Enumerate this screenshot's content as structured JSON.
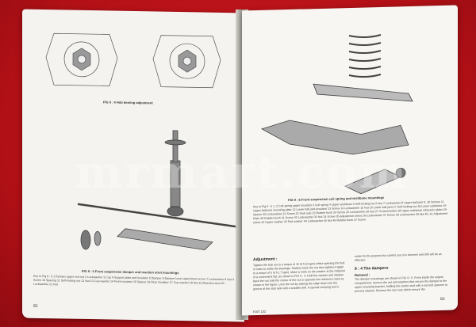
{
  "left_page": {
    "fig_top_caption": "FIG 9 : 4  Hub bearing adjustment",
    "fig_bottom_caption": "FIG 9 : 5  Front suspension damper and reaction strut mountings",
    "key": "Key to Fig 9 : 5   1 Damper upper end nut   2 Lockwasher   3 Cup   4 Support plate and insulator   5 Damper   6 Damper lower attachment screw   7 Lockwasher   8 Nut   9 Screw   10 Spacing   11 Self-locking nut   12 Nut   13 Cup washer   14 Front insulator   15 Spacer   16 Rear insulator   17 Cup washer   18 Nut   19 Reaction strut   20 Lockwasher   21 Nut",
    "page_number": "82"
  },
  "right_page": {
    "fig_caption": "FIG 9 : 6  Front suspension coil spring and wishbone mountings",
    "key": "Key to Fig 9 : 6   1, 2 Coil spring upper insulator   3 Coil spring   4 Upper wishbone   5 Self-locking nut   6 Nut   7 Lockwasher   8 Upper ball joint   9, 10 Screws   11 Upper ball joint mounting plate   12 Lower ball joint insulator   13 Screw   14 Lockwasher   15 Nut   16 Lower ball joint   17 Self-locking nut   18 Lower wishbone   19 Spacer   20 Lockwasher   21 Screw   22 Stub axle   23 Rubber bush   24 Screw   25 Lockwasher   26 Nut   27 Crossmember   28 Upper wishbone rebound rubber   29 Plate   30 Rubber bush   31 Screw   32 Lockwasher   33 Nut   34 Screw   35 Adjustment shims   36 Lockwasher   37 Screw   38 Lockwasher   39 Nut   40, 41 Adjustment shims   42 Upper washer   43 Pad washer   44 Lockwasher   45 Nut   46 Rubber bush   47 Screw",
    "adjustment_heading": "Adjustment :",
    "adjustment_text": "Tighten the hub nut to a torque of 15 lb ft (2 kgm) whilst spinning the hub in order to settle the bearings. Slacken back the nut then tighten it again to a torque of 5 lb ft (.7 kgm). Make a mark on the washer at the midpoint of a convenient flat, as shown in FIG 9 : 4. Hold the washer and slacken back the nut until the corner of the nut is opposite the reference mark as shown in the figure. Lock the nut by staking the edge down into the groove of the stub axle with a suitable drift. A special crimping tool is",
    "cont_text": "made for the purpose but careful use of a hammer and drift will be as effective.",
    "section_heading": "9 : 4 The dampers",
    "removal_heading": "Removal :",
    "removal_text": "The damper mountings are shown in FIG 9 : 5. From inside the engine compartment, remove the nut and washers that secure the damper to the upper mounting bracket, holding the centre stud with a second spanner to prevent rotation. Remove the two nuts which secure the",
    "page_number": "83",
    "footer": "FIAT 132"
  },
  "watermark": "mrmart.com"
}
